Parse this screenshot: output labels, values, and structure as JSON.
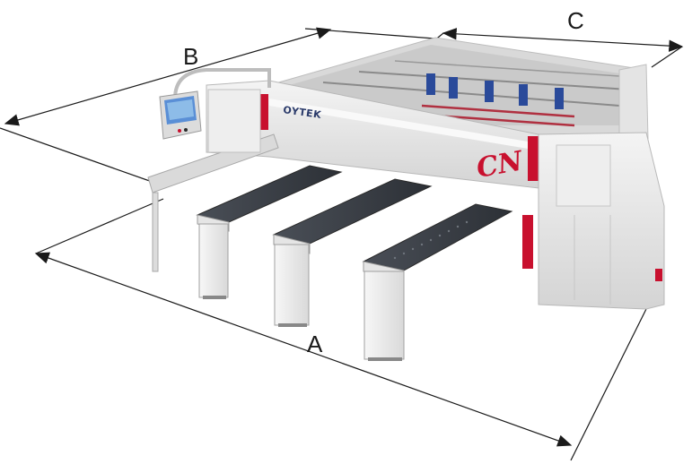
{
  "dimensions": {
    "a_label": "A",
    "b_label": "B",
    "c_label": "C"
  },
  "machine": {
    "brand": "OYTEK",
    "logo_text": "CN"
  },
  "colors": {
    "accent_red": "#c8102e",
    "frame": "#e6e6e6",
    "table_top": "#3a3f46",
    "dimension_line": "#222222"
  },
  "icons": [
    "control-panel-icon",
    "panel-saw-machine"
  ]
}
